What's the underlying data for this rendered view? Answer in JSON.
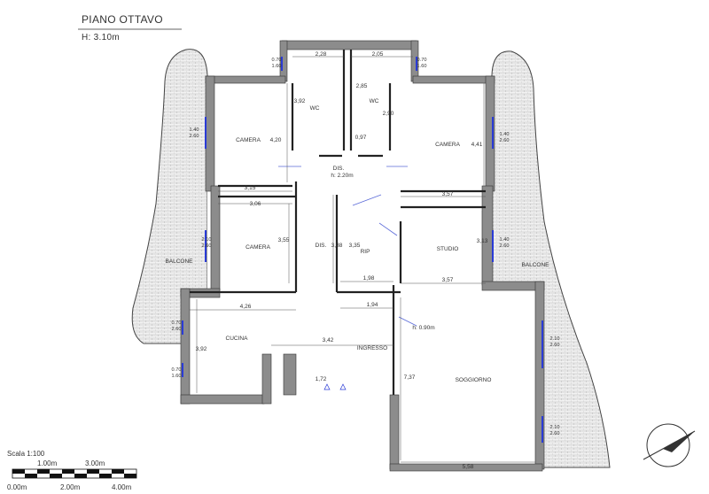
{
  "header": {
    "title": "PIANO OTTAVO",
    "height": "H: 3.10m"
  },
  "rooms": {
    "camera_left_top": "CAMERA",
    "wc_left": "WC",
    "wc_right": "WC",
    "camera_right": "CAMERA",
    "dis_center": "DIS.",
    "dis_height": "h: 2.20m",
    "camera_left_mid": "CAMERA",
    "dis_vertical": "DIS.",
    "rip": "RIP",
    "studio": "STUDIO",
    "balcone_left": "BALCONE",
    "balcone_right": "BALCONE",
    "cucina": "CUCINA",
    "ingresso": "INGRESSO",
    "soggiorno": "SOGGIORNO",
    "soggiorno_height": "h: 0.90m"
  },
  "dimensions": {
    "d228": "2,28",
    "d205": "2,05",
    "d392a": "3,92",
    "d285": "2,85",
    "d290": "2,90",
    "d097": "0,97",
    "d420": "4,20",
    "d441": "4,41",
    "d315": "3,15",
    "d357a": "3,57",
    "d306": "3,06",
    "d355": "3,55",
    "d388": "3,88",
    "d335": "3,35",
    "d313": "3,13",
    "d198": "1,98",
    "d357b": "3,57",
    "d426": "4,26",
    "d194": "1,94",
    "d342": "3,42",
    "d392b": "3,92",
    "d172": "1,72",
    "d737": "7,37",
    "d558": "5,58"
  },
  "windows": {
    "w1": [
      "0.70",
      "1.60"
    ],
    "w2": [
      "0.70",
      "1.60"
    ],
    "w3": [
      "1.40",
      "2.60"
    ],
    "w4": [
      "1.40",
      "2.60"
    ],
    "w5": [
      "2.10",
      "2.60"
    ],
    "w6": [
      "1.40",
      "2.60"
    ],
    "w7": [
      "0.70",
      "2.60"
    ],
    "w8": [
      "0.70",
      "1.60"
    ],
    "w9": [
      "2.10",
      "2.60"
    ],
    "w10": [
      "2.10",
      "2.60"
    ]
  },
  "scale": {
    "label": "Scala 1:100",
    "top_ticks": [
      "1.00m",
      "3.00m"
    ],
    "bottom_ticks": [
      "0.00m",
      "2.00m",
      "4.00m"
    ]
  },
  "colors": {
    "wall": "#8c8c8c",
    "window": "#2a3bd6",
    "outline": "#222222",
    "paving": "#b8b8b8"
  },
  "icons": [
    "north-arrow-icon",
    "balcony-paving-pattern"
  ]
}
